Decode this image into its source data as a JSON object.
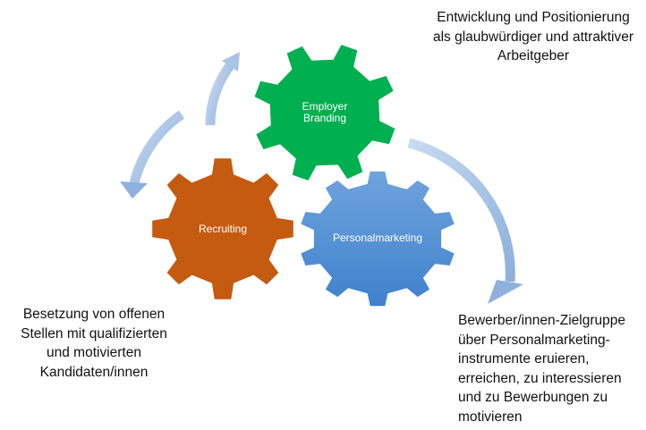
{
  "gears": {
    "employer_branding": {
      "line1": "Employer",
      "line2": "Branding",
      "color": "#00b050"
    },
    "recruiting": {
      "label": "Recruiting",
      "color": "#c55a11"
    },
    "personalmarketing": {
      "label": "Personalmarketing",
      "color_top": "#6fa3dd",
      "color_bottom": "#3f82cc"
    }
  },
  "arrow_color": "#a9c4e6",
  "descriptions": {
    "employer_branding": [
      "Entwicklung und Positionierung",
      "als glaubwürdiger und attraktiver",
      "Arbeitgeber"
    ],
    "recruiting": [
      "Besetzung von offenen",
      "Stellen mit qualifizierten",
      "und motivierten",
      "Kandidaten/innen"
    ],
    "personalmarketing": [
      "Bewerber/innen-Zielgruppe",
      "über Personalmarketing-",
      "instrumente eruieren,",
      "erreichen, zu interessieren",
      "und zu Bewerbungen zu",
      "motivieren"
    ]
  }
}
